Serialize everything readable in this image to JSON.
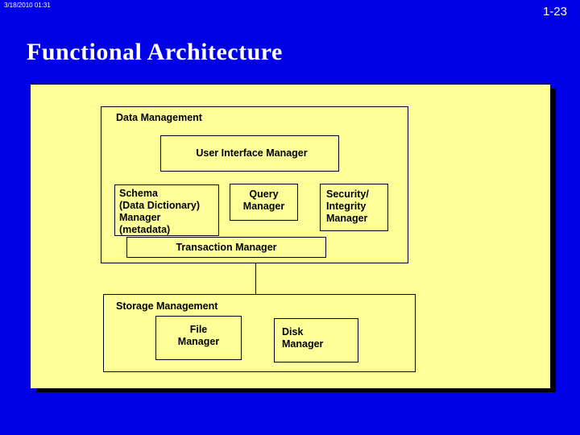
{
  "slide": {
    "timestamp": "3/18/2010 01:31",
    "page_number": "1-23",
    "title": "Functional Architecture",
    "background_color": "#0000E6",
    "panel_color": "#FFFF99",
    "text_color": "#000000",
    "title_color": "#FFFFFF"
  },
  "diagram": {
    "groups": [
      {
        "id": "data-management",
        "label": "Data Management",
        "boxes": [
          {
            "id": "user-interface-manager",
            "label": "User Interface Manager"
          },
          {
            "id": "schema-manager",
            "label": "Schema\n(Data Dictionary)\nManager\n  (metadata)"
          },
          {
            "id": "query-manager",
            "label": "Query\nManager"
          },
          {
            "id": "security-integrity-manager",
            "label": "Security/\nIntegrity\nManager"
          },
          {
            "id": "transaction-manager",
            "label": "Transaction Manager"
          }
        ]
      },
      {
        "id": "storage-management",
        "label": "Storage Management",
        "boxes": [
          {
            "id": "file-manager",
            "label": "File\nManager"
          },
          {
            "id": "disk-manager",
            "label": "Disk\nManager"
          }
        ]
      }
    ]
  }
}
